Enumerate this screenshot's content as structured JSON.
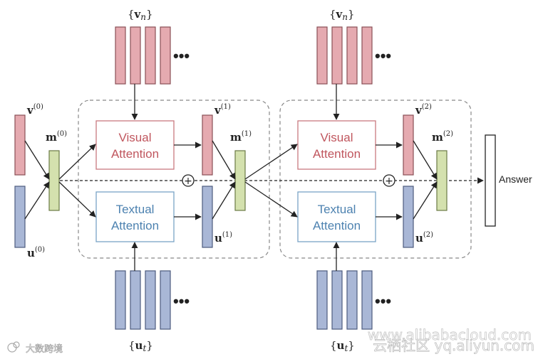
{
  "labels": {
    "v0": "v",
    "v0_sup": "(0)",
    "u0": "u",
    "u0_sup": "(0)",
    "m0": "m",
    "m0_sup": "(0)",
    "v1": "v",
    "v1_sup": "(1)",
    "u1": "u",
    "u1_sup": "(1)",
    "m1": "m",
    "m1_sup": "(1)",
    "v2": "v",
    "v2_sup": "(2)",
    "u2": "u",
    "u2_sup": "(2)",
    "m2": "m",
    "m2_sup": "(2)",
    "vn_left": "{",
    "vn_v": "v",
    "vn_sub": "n",
    "vn_right": "}",
    "ut_left": "{",
    "ut_u": "u",
    "ut_sub": "t",
    "ut_right": "}"
  },
  "boxes": {
    "visual_line1": "Visual",
    "visual_line2": "Attention",
    "textual_line1": "Textual",
    "textual_line2": "Attention"
  },
  "answer": "Answer",
  "ellipsis": "•••",
  "plus": "+",
  "watermarks": {
    "left": "大数跨境",
    "right": "云栖社区 yq.aliyun.com",
    "right_top": "www.alibabacloud.com"
  },
  "colors": {
    "visual_fill": "#e5aab0",
    "visual_stroke": "#8a4f56",
    "textual_fill": "#a9b7d6",
    "textual_stroke": "#4e5c7e",
    "memory_fill": "#d4e1ae",
    "memory_stroke": "#6b7a45",
    "visual_text": "#c0565e",
    "textual_text": "#4d82b0",
    "visual_box_stroke": "#c87a80",
    "textual_box_stroke": "#7aa3c6"
  }
}
